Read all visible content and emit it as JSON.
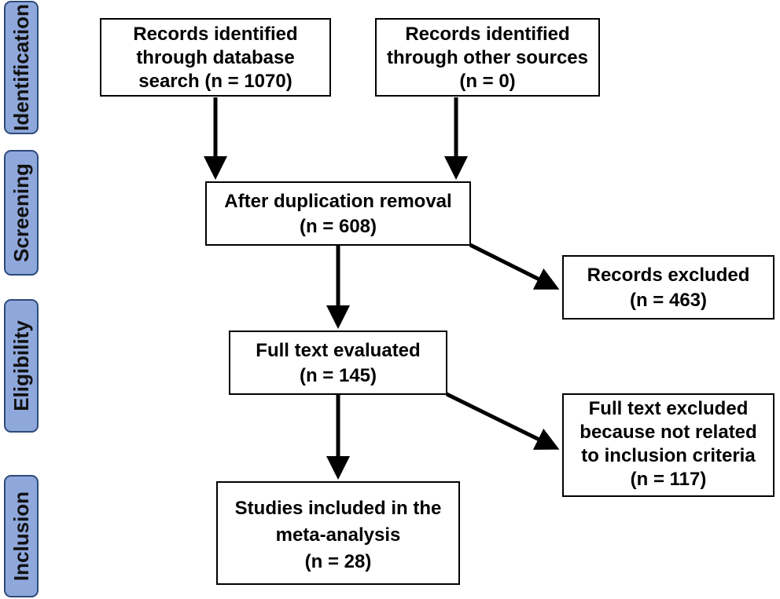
{
  "stages": {
    "identification": "Identification",
    "screening": "Screening",
    "eligibility": "Eligibility",
    "inclusion": "Inclusion"
  },
  "boxes": {
    "database_search": {
      "line1": "Records identified",
      "line2": "through database",
      "line3": "search (n = 1070)"
    },
    "other_sources": {
      "line1": "Records identified",
      "line2": "through other sources",
      "line3": "(n = 0)"
    },
    "after_duplication": {
      "line1": "After duplication removal",
      "line2": "(n = 608)"
    },
    "records_excluded": {
      "line1": "Records excluded",
      "line2": "(n = 463)"
    },
    "full_text_evaluated": {
      "line1": "Full text evaluated",
      "line2": "(n = 145)"
    },
    "full_text_excluded": {
      "line1": "Full text excluded",
      "line2": "because not related",
      "line3": "to inclusion criteria",
      "line4": "(n = 117)"
    },
    "studies_included": {
      "line1": "Studies included in the",
      "line2": "meta-analysis",
      "line3": "(n = 28)"
    }
  },
  "colors": {
    "stage_fill": "#8fa8dc",
    "stage_border": "#2f4a7a",
    "box_border": "#000000",
    "arrow": "#000000"
  }
}
